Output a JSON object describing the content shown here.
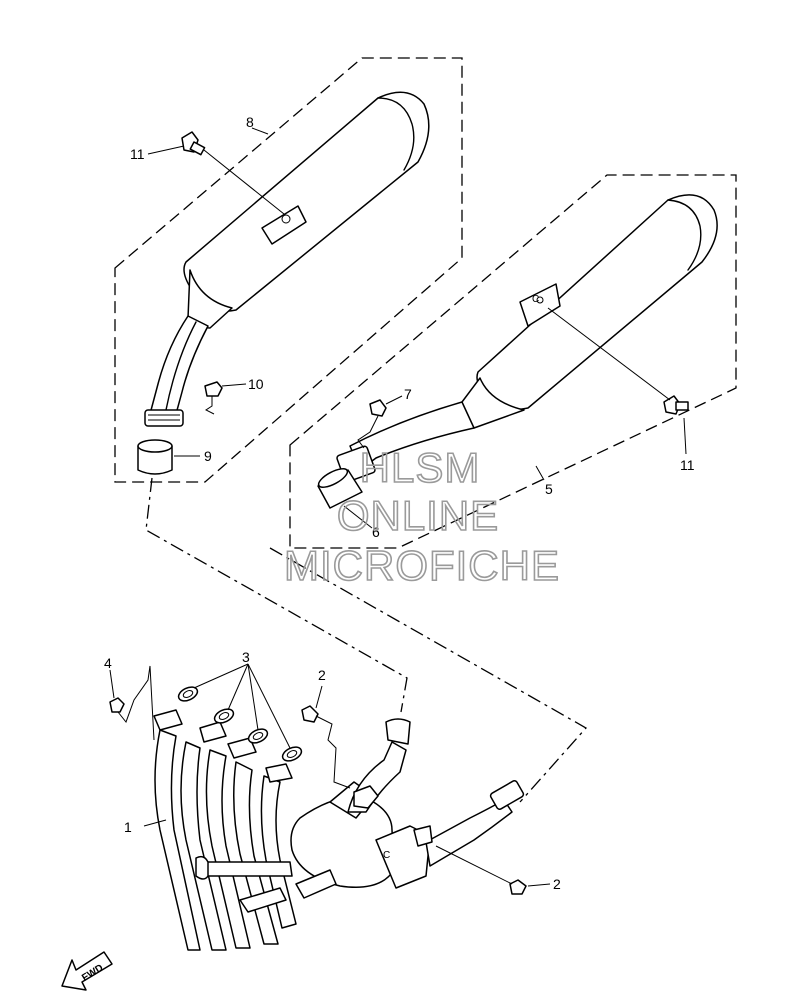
{
  "callouts": {
    "c1": "1",
    "c2a": "2",
    "c2b": "2",
    "c3": "3",
    "c4": "4",
    "c5": "5",
    "c6": "6",
    "c7": "7",
    "c8": "8",
    "c9": "9",
    "c10": "10",
    "c11a": "11",
    "c11b": "11"
  },
  "letters": {
    "bracket_right": "C",
    "flange_right": "C"
  },
  "watermark": {
    "line1": "HLSM",
    "line2": "ONLINE",
    "line3": "MICROFICHE"
  },
  "fwd_label": "FWD"
}
